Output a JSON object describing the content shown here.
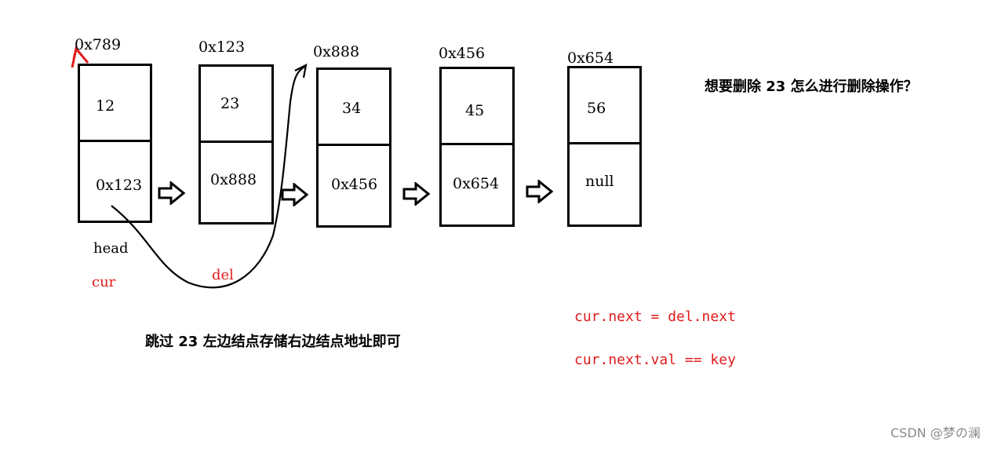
{
  "nodes": [
    {
      "address": "0x789",
      "value": "12",
      "next": "0x123"
    },
    {
      "address": "0x123",
      "value": "23",
      "next": "0x888"
    },
    {
      "address": "0x888",
      "value": "34",
      "next": "0x456"
    },
    {
      "address": "0x456",
      "value": "45",
      "next": "0x654"
    },
    {
      "address": "0x654",
      "value": "56",
      "next": "null"
    }
  ],
  "labels": {
    "head": "head",
    "cur": "cur",
    "del": "del"
  },
  "question": "想要删除 23 怎么进行删除操作？",
  "explanation": "跳过 23 左边结点存储右边结点地址即可",
  "code": {
    "line1": "cur.next = del.next",
    "line2": "cur.next.val == key"
  },
  "watermark": "CSDN @梦の澜",
  "colors": {
    "annotation": "#e01b1b",
    "stroke": "#000000"
  }
}
